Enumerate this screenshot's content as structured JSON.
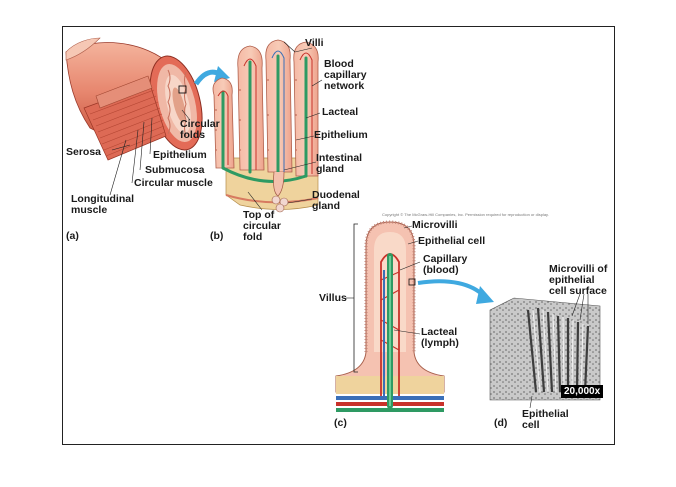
{
  "panel_a": {
    "letter": "(a)",
    "circular_folds": "Circular\nfolds",
    "serosa": "Serosa",
    "epithelium": "Epithelium",
    "submucosa": "Submucosa",
    "circular_muscle": "Circular muscle",
    "longitudinal_muscle": "Longitudinal\nmuscle"
  },
  "panel_b": {
    "letter": "(b)",
    "villi": "Villi",
    "blood_capillary_network": "Blood\ncapillary\nnetwork",
    "lacteal": "Lacteal",
    "epithelium": "Epithelium",
    "intestinal_gland": "Intestinal\ngland",
    "duodenal_gland": "Duodenal\ngland",
    "top_of_circular_fold": "Top of\ncircular\nfold"
  },
  "panel_c": {
    "letter": "(c)",
    "copyright": "Copyright © The McGraw-Hill Companies, Inc. Permission required for reproduction or display.",
    "microvilli": "Microvilli",
    "epithelial_cell": "Epithelial cell",
    "capillary_blood": "Capillary\n(blood)",
    "villus": "Villus",
    "lacteal_lymph": "Lacteal\n(lymph)"
  },
  "panel_d": {
    "letter": "(d)",
    "microvilli_surface": "Microvilli of\nepithelial\ncell surface",
    "magnification": "20,000x",
    "epithelial_cell": "Epithelial\ncell"
  },
  "colors": {
    "tissue_pink": "#e9a28a",
    "muscle_red": "#d9604f",
    "capillary_red": "#c8322a",
    "lacteal_green": "#2e9a63",
    "vein_blue": "#3a6fb8",
    "arrow_blue": "#3fa9e0",
    "base_tan": "#efd39d"
  }
}
